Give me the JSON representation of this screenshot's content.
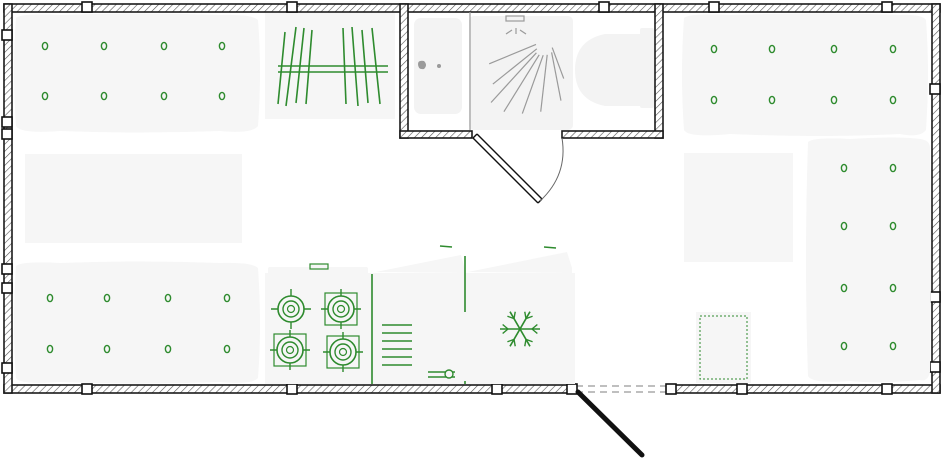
{
  "colors": {
    "furniture": "#2e8b2e",
    "fixtures": "#9a9a9a",
    "walls": "#1a1a1a",
    "background": "#ffffff"
  },
  "elements": [
    "sofa-bed-left-top",
    "sofa-bed-left-bottom",
    "sofa-bed-right-top",
    "sofa-bed-right-side",
    "table-left",
    "table-right",
    "wardrobe",
    "stove",
    "sink",
    "fridge",
    "bathroom-sink",
    "shower",
    "toilet",
    "entrance-door",
    "bathroom-door",
    "storage-box"
  ]
}
